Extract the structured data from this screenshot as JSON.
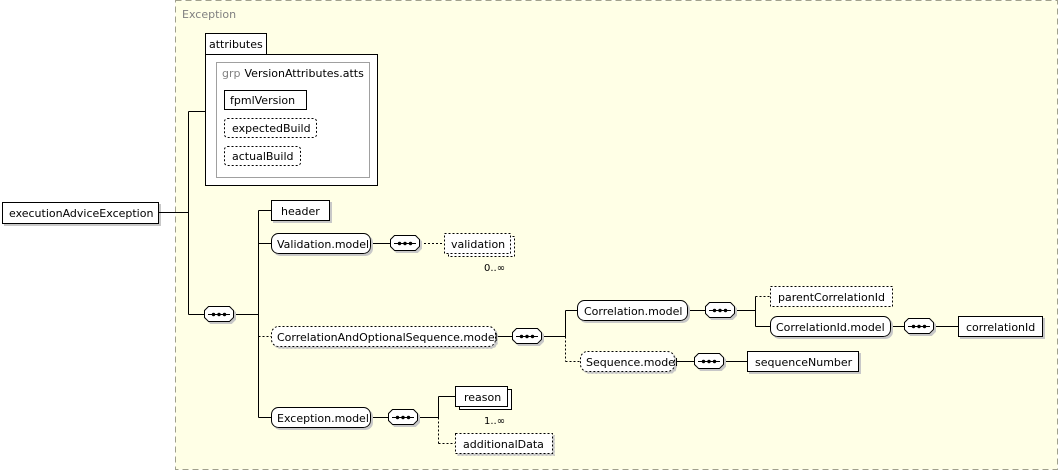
{
  "type_name": "Exception",
  "root_element": "executionAdviceException",
  "attributes_tab": "attributes",
  "attribute_group": {
    "prefix": "grp",
    "name": "VersionAttributes.atts",
    "attributes": [
      "fpmlVersion",
      "expectedBuild",
      "actualBuild"
    ]
  },
  "elements": {
    "header": "header",
    "validation_model": "Validation.model",
    "validation": "validation",
    "validation_occurs": "0..∞",
    "correlation_and_optional_sequence_model": "CorrelationAndOptionalSequence.model",
    "correlation_model": "Correlation.model",
    "parent_correlation_id": "parentCorrelationId",
    "correlation_id_model": "CorrelationId.model",
    "correlation_id": "correlationId",
    "sequence_model": "Sequence.model",
    "sequence_number": "sequenceNumber",
    "exception_model": "Exception.model",
    "reason": "reason",
    "reason_occurs": "1..∞",
    "additional_data": "additionalData"
  },
  "colors": {
    "type_background": "#ffffe6",
    "type_border": "#a0a08c",
    "box_fill": "#ffffff",
    "line": "#000000",
    "label_grey": "#808080"
  }
}
